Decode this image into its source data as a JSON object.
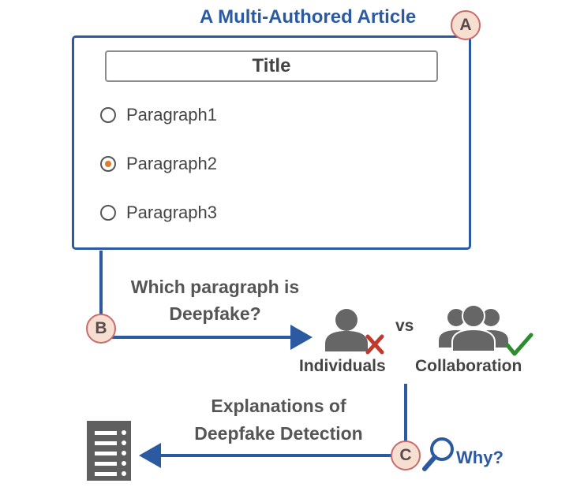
{
  "article": {
    "heading": "A Multi-Authored Article",
    "title": "Title",
    "paragraphs": [
      {
        "label": "Paragraph1",
        "selected": false
      },
      {
        "label": "Paragraph2",
        "selected": true
      },
      {
        "label": "Paragraph3",
        "selected": false
      }
    ]
  },
  "steps": {
    "a": "A",
    "b": "B",
    "c": "C"
  },
  "question": {
    "line1": "Which paragraph is",
    "line2": "Deepfake?"
  },
  "comparison": {
    "individuals_label": "Individuals",
    "vs": "vs",
    "collaboration_label": "Collaboration",
    "individuals_mark": "cross-icon",
    "collaboration_mark": "check-icon"
  },
  "explanation": {
    "line1": "Explanations of",
    "line2": "Deepfake Detection"
  },
  "why": "Why?",
  "colors": {
    "accent_blue": "#2c5aa0",
    "selected_orange": "#e07b2b",
    "cross_red": "#c0392b",
    "check_green": "#2e8b2e",
    "badge_fill": "#f6ded1",
    "badge_border": "#c96b6b",
    "gray_icon": "#666666",
    "paragraph_fill": "#d9d9d9"
  }
}
